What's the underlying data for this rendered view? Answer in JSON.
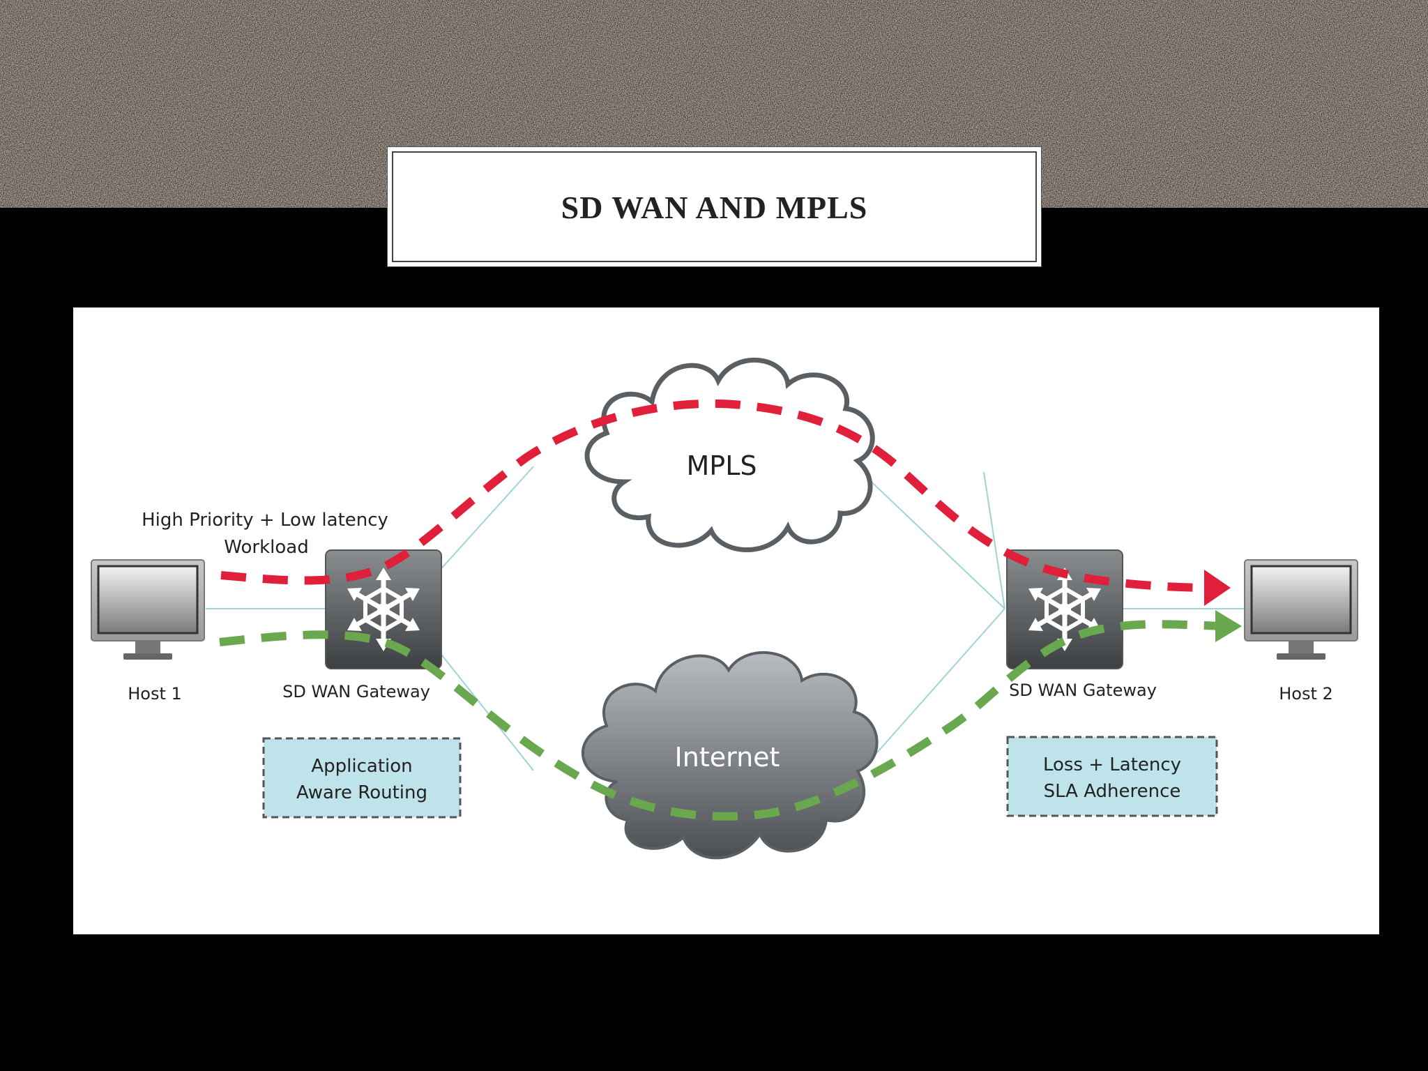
{
  "slide": {
    "title": "SD WAN AND MPLS"
  },
  "diagram": {
    "label_priority_line1": "High Priority + Low latency",
    "label_priority_line2": "Workload",
    "host_left": "Host 1",
    "host_right": "Host 2",
    "gateway_left": "SD WAN Gateway",
    "gateway_right": "SD WAN Gateway",
    "cloud_top": "MPLS",
    "cloud_bottom": "Internet",
    "note_left_line1": "Application",
    "note_left_line2": "Aware Routing",
    "note_right_line1": "Loss + Latency",
    "note_right_line2": "SLA Adherence"
  },
  "colors": {
    "high_priority_path": "#e0203a",
    "default_path": "#6aa84f",
    "note_fill": "#bfe3ea",
    "link_line": "#9fd3d6"
  }
}
